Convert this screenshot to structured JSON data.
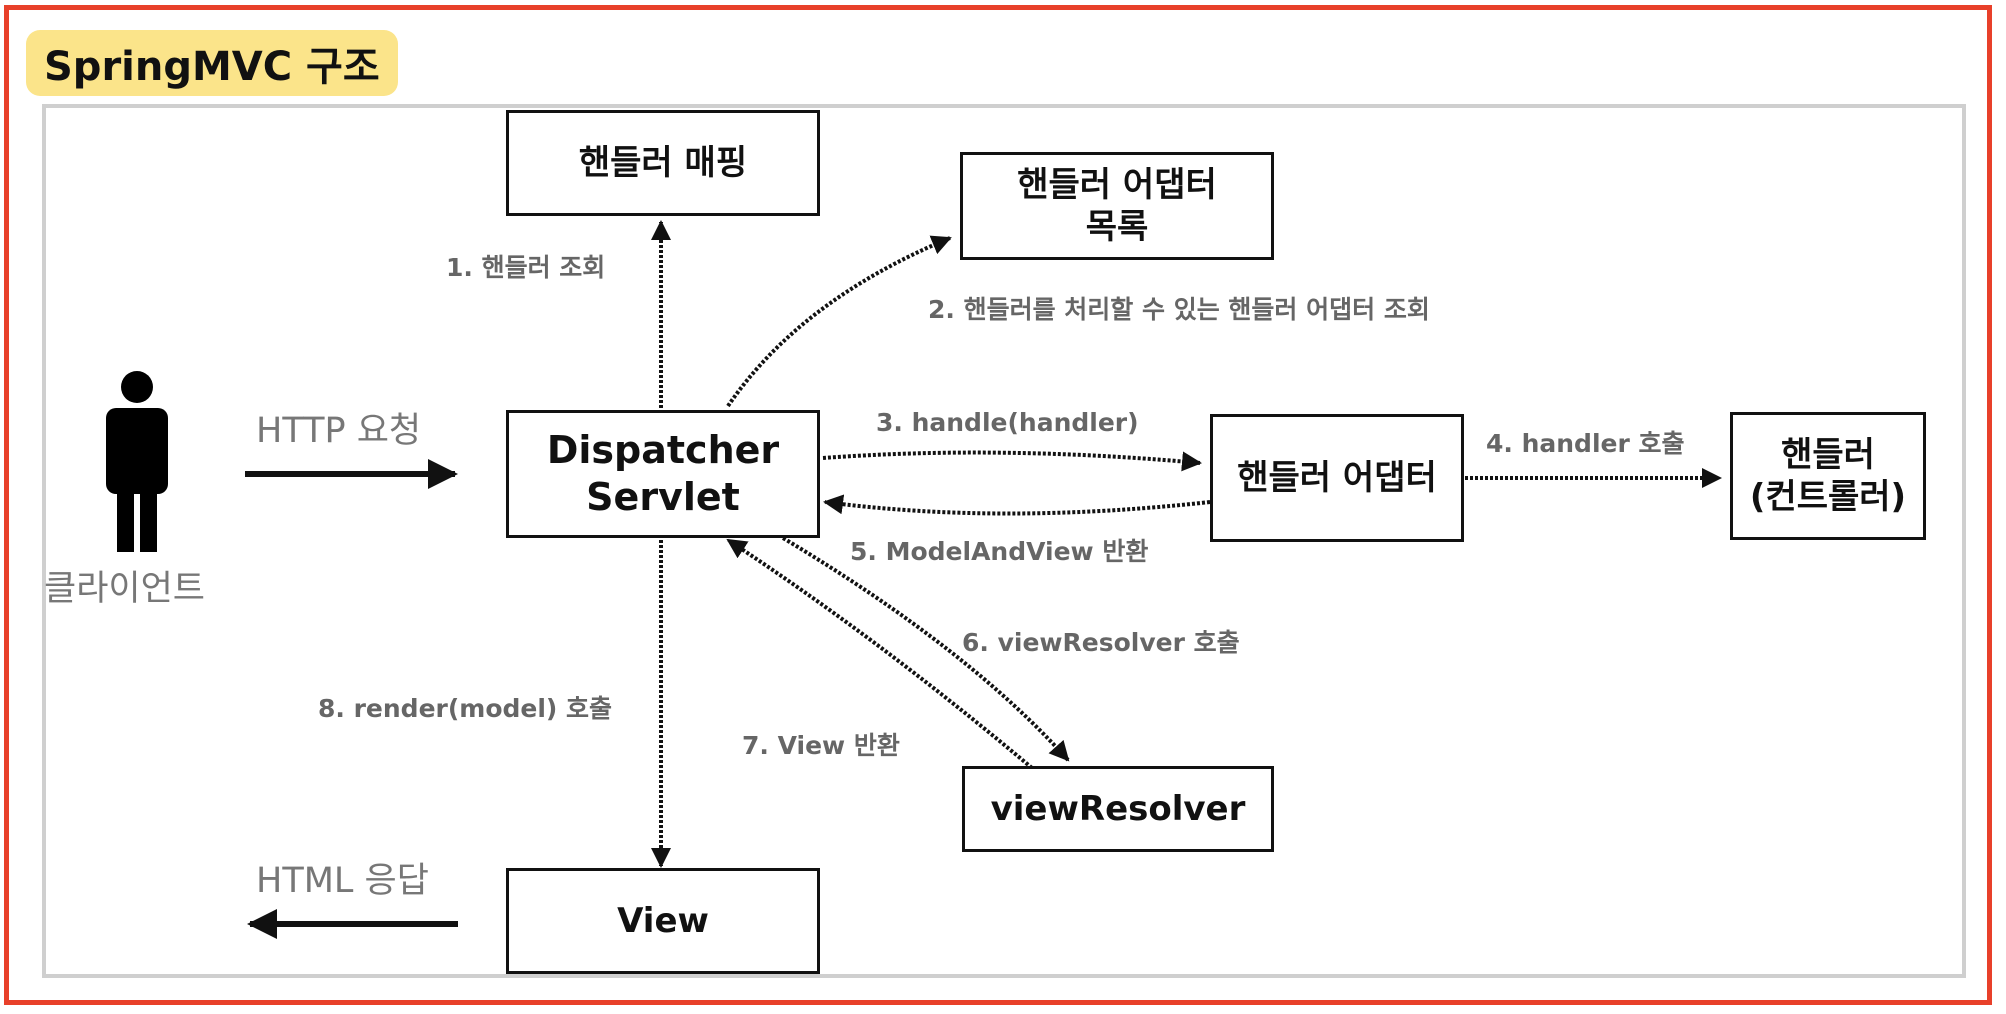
{
  "title": "SpringMVC 구조",
  "nodes": {
    "handler_mapping": "핸들러 매핑",
    "handler_adapter_list": "핸들러 어댑터\n목록",
    "dispatcher_servlet": "Dispatcher\nServlet",
    "handler_adapter": "핸들러 어댑터",
    "handler": "핸들러\n(컨트롤러)",
    "view_resolver": "viewResolver",
    "view": "View"
  },
  "actors": {
    "client": "클라이언트"
  },
  "edges": {
    "http_request": "HTTP 요청",
    "html_response": "HTML 응답",
    "step1": "1. 핸들러 조회",
    "step2": "2. 핸들러를 처리할 수 있는 핸들러 어댑터 조회",
    "step3": "3. handle(handler)",
    "step4": "4. handler 호출",
    "step5": "5. ModelAndView 반환",
    "step6": "6. viewResolver 호출",
    "step7": "7. View 반환",
    "step8": "8. render(model) 호출"
  },
  "colors": {
    "outer_border": "#e8402a",
    "title_highlight": "#fbe48a",
    "inner_border": "#cfcfcf"
  }
}
